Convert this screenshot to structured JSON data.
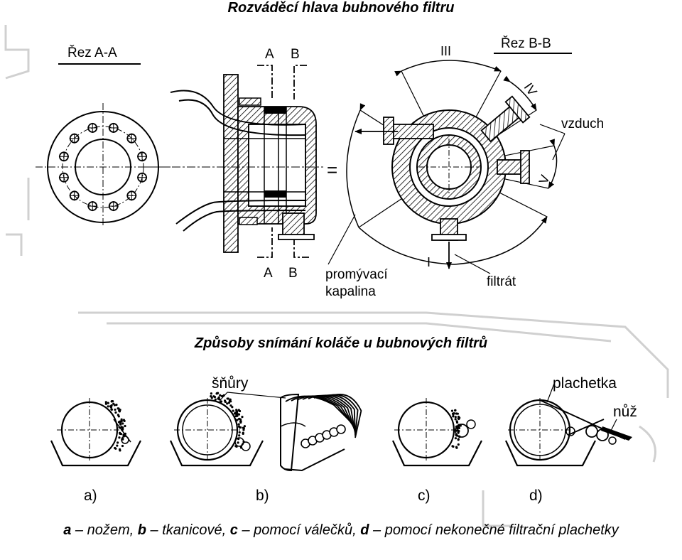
{
  "titles": {
    "top": "Rozváděcí hlava bubnového filtru",
    "middle": "Způsoby snímání koláče u bubnových filtrů"
  },
  "section_labels": {
    "section_aa": "Řez  A-A",
    "section_bb": "Řez  B-B",
    "cut_a_top": "A",
    "cut_b_top": "B",
    "cut_a_bottom": "A",
    "cut_b_bottom": "B"
  },
  "zone_labels": {
    "zone_1": "I",
    "zone_3": "III",
    "zone_4": "IV",
    "zone_5": "V"
  },
  "callouts": {
    "air": "vzduch",
    "wash_liquid_line1": "promývací",
    "wash_liquid_line2": "kapalina",
    "filtrate": "filtrát",
    "cords": "šňůry",
    "cloth": "plachetka",
    "knife": "nůž",
    "equals": "="
  },
  "variant_labels": {
    "a": "a)",
    "b": "b)",
    "c": "c)",
    "d": "d)"
  },
  "caption": {
    "a_key": "a",
    "a_text": " – nožem, ",
    "b_key": "b",
    "b_text": " – tkanicové, ",
    "c_key": "c",
    "c_text": " – pomocí válečků, ",
    "d_key": "d",
    "d_text": " – pomocí nekonečné filtrační plachetky"
  },
  "colors": {
    "line": "#000000",
    "hatch": "#000000",
    "watermark": "#d0d0d0",
    "background": "#ffffff"
  }
}
